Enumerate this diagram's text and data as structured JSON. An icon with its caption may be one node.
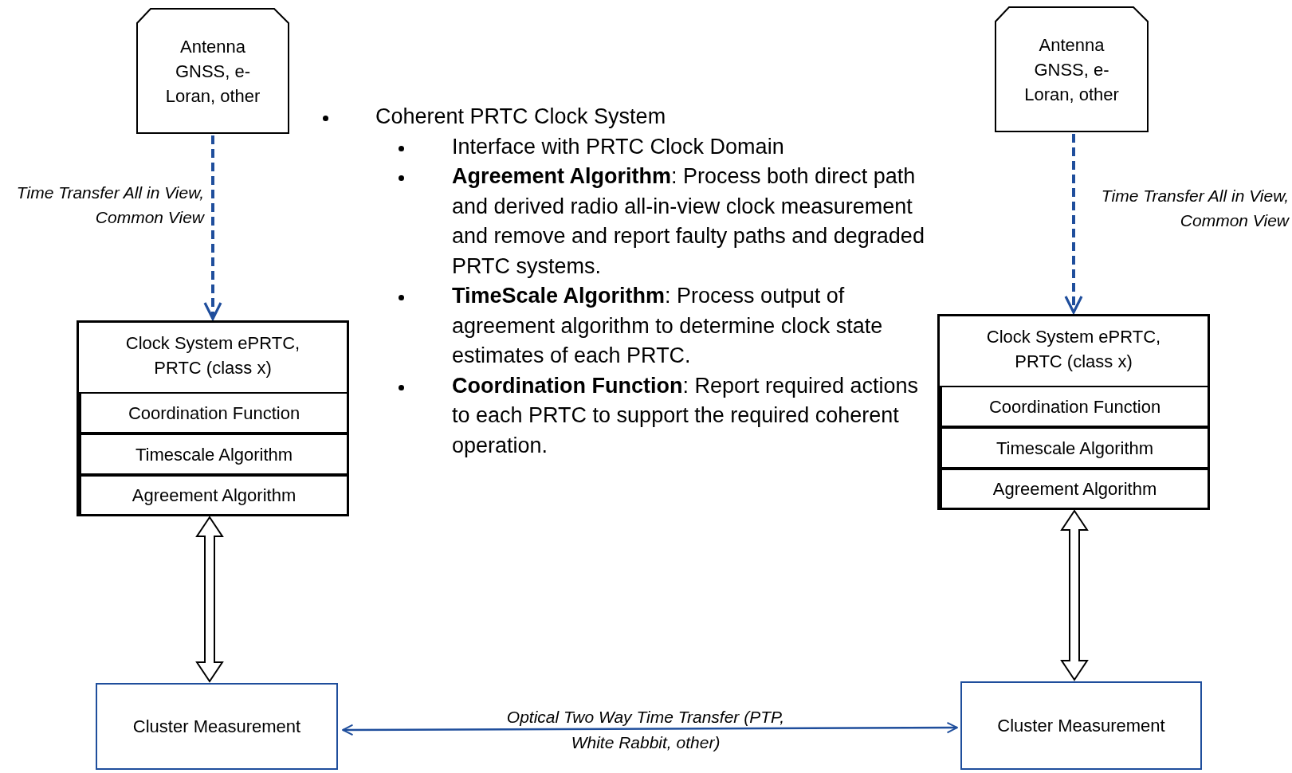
{
  "diagram": {
    "nodes": [
      {
        "text": [
          "Antenna GNSS, e-Loran, other"
        ]
      },
      {
        "text": [
          "Clock System ePRTC, PRTC (class x)"
        ]
      },
      {
        "text": [
          "Coordination Function"
        ],
        "in": 1
      },
      {
        "text": [
          "Timescale Algorithm"
        ],
        "in": 1
      },
      {
        "text": [
          "Agreement Algorithm"
        ],
        "in": 1
      },
      {
        "text": [
          "Cluster Measurement"
        ]
      },
      {
        "text": [
          "Antenna GNSS, e-Loran, other"
        ]
      },
      {
        "text": [
          "Clock System ePRTC, PRTC (class x)"
        ]
      },
      {
        "text": [
          "Coordination Function"
        ],
        "in": 7
      },
      {
        "text": [
          "Timescale Algorithm"
        ],
        "in": 7
      },
      {
        "text": [
          "Agreement Algorithm"
        ],
        "in": 7
      },
      {
        "text": [
          "Cluster Measurement"
        ]
      }
    ],
    "edges": [
      {
        "from": 0,
        "to": 1,
        "arrow": "to",
        "style": "dashed",
        "color": "#1f4e9c",
        "label": "Time Transfer All in View, Common View"
      },
      {
        "from": 6,
        "to": 7,
        "arrow": "to",
        "style": "dashed",
        "color": "#1f4e9c",
        "label": "Time Transfer All in View, Common View"
      },
      {
        "from": 4,
        "to": 5,
        "arrow": "both",
        "style": "thick",
        "color": "#000000"
      },
      {
        "from": 10,
        "to": 11,
        "arrow": "both",
        "style": "thick",
        "color": "#000000"
      },
      {
        "from": 5,
        "to": 11,
        "arrow": "both",
        "color": "#1f4e9c",
        "label": "Optical Two Way Time Transfer (PTP, White Rabbit, other)"
      }
    ],
    "labels": [
      "Coherent PRTC Clock System",
      "Interface with PRTC Clock Domain",
      "**Agreement Algorithm**: Process both direct path and derived radio all-in-view clock measurement and remove and report faulty paths and degraded PRTC systems.",
      "**TimeScale Algorithm**: Process output of agreement algorithm to determine clock state estimates of each PRTC.",
      "**Coordination Function**: Report required actions to each PRTC to support the required coherent operation."
    ]
  }
}
